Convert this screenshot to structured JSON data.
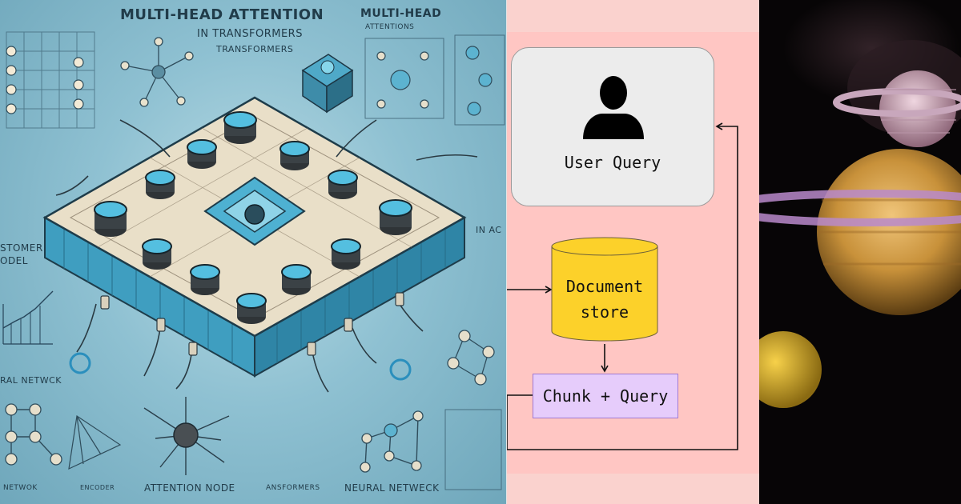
{
  "left_panel": {
    "title_line_1": "MULTI-HEAD ATTENTION",
    "title_line_2": "IN TRANSFORMERS",
    "title_line_3": "TRANSFORMERS",
    "title_right_1": "MULTI-HEAD",
    "title_right_2": "ATTENTIONS",
    "side_text_model_1": "STOMER",
    "side_text_model_2": "ODEL",
    "side_text_in_ac": "IN AC",
    "side_text_neural": "RAL NETWCK",
    "bottom_label_1": "ATTENTION NODE",
    "bottom_label_2": "ANSFORMERS",
    "bottom_label_3": "NEURAL NETWECK",
    "bottom_label_4": "NETWOK",
    "bottom_label_5": "ENCODER"
  },
  "diagram": {
    "user_query_label": "User Query",
    "document_store_line_1": "Document",
    "document_store_line_2": "store",
    "chunk_query_label": "Chunk + Query",
    "colors": {
      "background": "#ffc6c3",
      "user_query_fill": "#ececec",
      "document_store_fill": "#fcd12a",
      "chunk_query_fill": "#e6ccfb"
    }
  },
  "right_panel": {
    "icons": [
      "ringed-planet-icon",
      "saturn-icon",
      "small-planet-icon"
    ]
  }
}
